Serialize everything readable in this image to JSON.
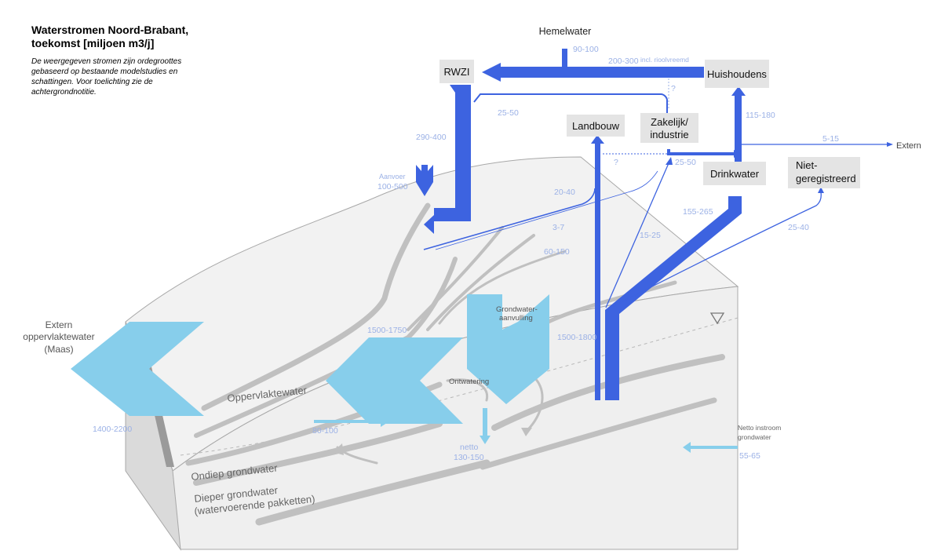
{
  "title": "Waterstromen Noord-Brabant, toekomst [miljoen m3/j]",
  "subtitle": "De weergegeven stromen zijn ordegroottes gebaseerd op bestaande modelstudies en schattingen. Voor toelichting zie de achtergrondnotitie.",
  "nodes": {
    "hemelwater": "Hemelwater",
    "rwzi": "RWZI",
    "huishoudens": "Huishoudens",
    "landbouw": "Landbouw",
    "zakelijk_1": "Zakelijk/",
    "zakelijk_2": "industrie",
    "drinkwater": "Drinkwater",
    "niet_1": "Niet-",
    "niet_2": "geregistreerd",
    "extern": "Extern"
  },
  "flows": {
    "hemel_rwzi": "90-100",
    "huish_rwzi": "200-300",
    "huish_rwzi_note": "incl. rioolvreemd",
    "unknown_1": "?",
    "zak_rwzi": "25-50",
    "rwzi_out": "290-400",
    "drink_huish": "115-180",
    "extern_out": "5-15",
    "unknown_2": "?",
    "zak_drink": "25-50",
    "aanvoer_label": "Aanvoer",
    "aanvoer_value": "100-500",
    "to_landbouw": "20-40",
    "small_flow": "3-7",
    "gw_drink": "155-265",
    "gw_zak": "15-25",
    "niet_reg": "25-40",
    "opp_onttrek": "60-150",
    "aanvulling_value": "1500-1800",
    "aanvulling_label_1": "Grondwater-",
    "aanvulling_label_2": "aanvulling",
    "opp_flow": "1500-1750",
    "ontwatering": "Ontwatering",
    "maas_label_1": "Extern",
    "maas_label_2": "oppervlaktewater",
    "maas_label_3": "(Maas)",
    "maas_value": "1400-2200",
    "shallow_flow": "80-100",
    "netto_label": "netto",
    "netto_value": "130-150",
    "instroom_1": "Netto instroom",
    "instroom_2": "grondwater",
    "instroom_value": "55-65"
  },
  "layers": {
    "oppervlaktewater": "Oppervlaktewater",
    "ondiep": "Ondiep grondwater",
    "dieper_1": "Dieper grondwater",
    "dieper_2": "(watervoerende pakketten)"
  },
  "colors": {
    "dark_blue": "#3d63e0",
    "light_blue": "#87ceeb",
    "gray_stream": "#c0c0c0",
    "box_fill": "#e4e4e4"
  }
}
